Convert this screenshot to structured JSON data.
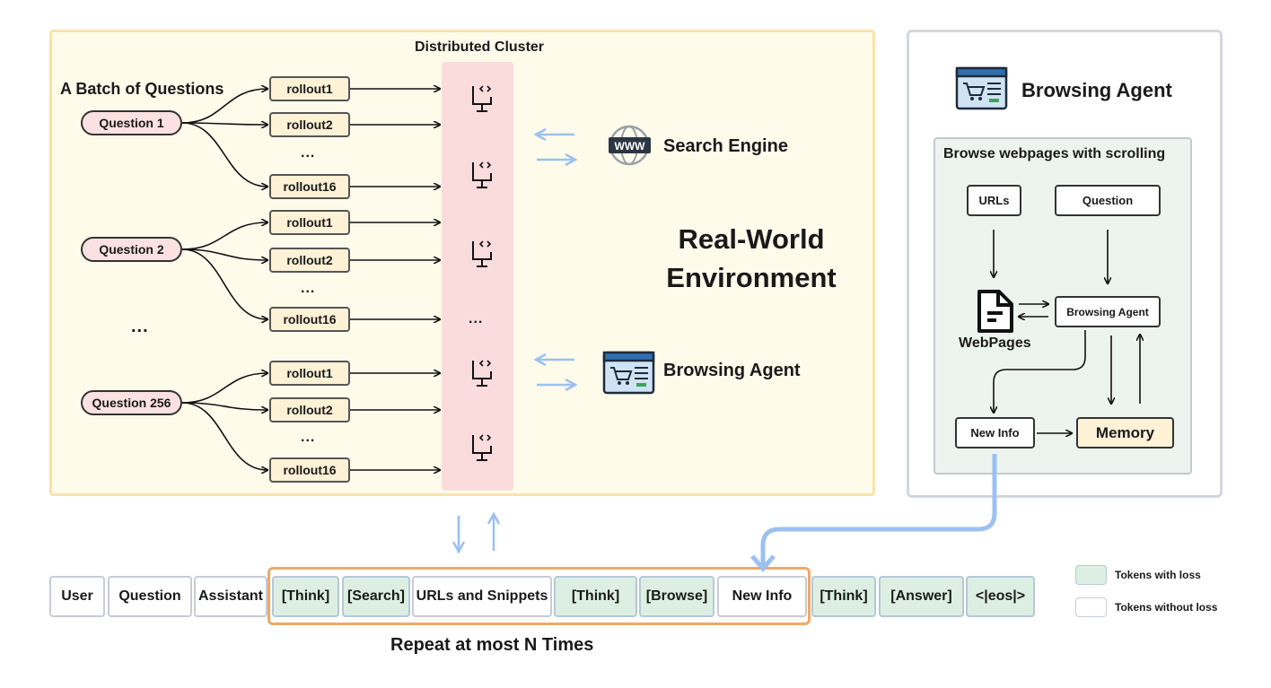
{
  "cluster": {
    "title": "Distributed Cluster",
    "batch_title": "A Batch of Questions",
    "ellipsis": "...",
    "groups": [
      {
        "question": "Question 1",
        "rollouts": [
          "rollout1",
          "rollout2",
          "rollout16"
        ]
      },
      {
        "question": "Question 2",
        "rollouts": [
          "rollout1",
          "rollout2",
          "rollout16"
        ]
      },
      {
        "question": "Question 256",
        "rollouts": [
          "rollout1",
          "rollout2",
          "rollout16"
        ]
      }
    ]
  },
  "environment": {
    "title_line1": "Real-World",
    "title_line2": "Environment",
    "search_engine": "Search Engine",
    "browsing_agent": "Browsing Agent",
    "www_badge": "WWW"
  },
  "agent_panel": {
    "title": "Browsing Agent",
    "subtitle": "Browse webpages with scrolling",
    "urls": "URLs",
    "question": "Question",
    "webpages": "WebPages",
    "agent": "Browsing Agent",
    "new_info": "New Info",
    "memory": "Memory"
  },
  "tokens": [
    {
      "label": "User",
      "loss": false
    },
    {
      "label": "Question",
      "loss": false
    },
    {
      "label": "Assistant",
      "loss": false
    },
    {
      "label": "[Think]",
      "loss": true
    },
    {
      "label": "[Search]",
      "loss": true
    },
    {
      "label": "URLs and Snippets",
      "loss": false
    },
    {
      "label": "[Think]",
      "loss": true
    },
    {
      "label": "[Browse]",
      "loss": true
    },
    {
      "label": "New Info",
      "loss": false
    },
    {
      "label": "[Think]",
      "loss": true
    },
    {
      "label": "[Answer]",
      "loss": true
    },
    {
      "label": "<|eos|>",
      "loss": true
    }
  ],
  "repeat_label": "Repeat at most N Times",
  "legend": {
    "with_loss": "Tokens with loss",
    "without_loss": "Tokens without loss"
  },
  "colors": {
    "main_panel": "#fffbeb",
    "cluster_bar": "#fbdcdc",
    "question_pill": "#fbe1e1",
    "rollout_box": "#fdf1d6",
    "loss_token": "#dcefe2",
    "memory": "#fdf1d6",
    "arrow_blue": "#9cc0f0",
    "repeat_border": "#f0a868"
  }
}
